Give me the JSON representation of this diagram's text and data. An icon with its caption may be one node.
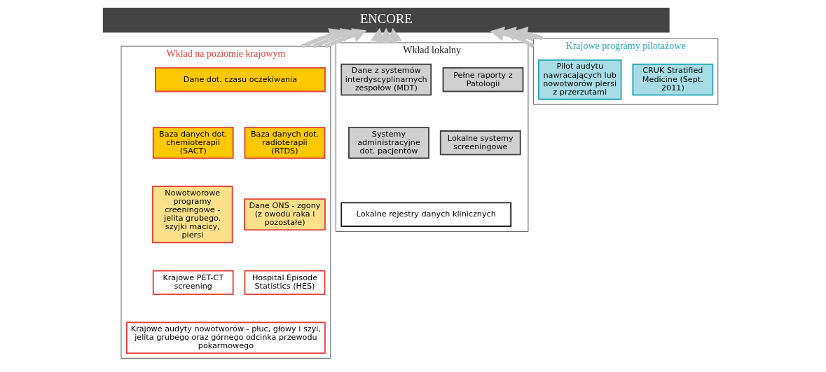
{
  "diagram": {
    "nodes": [
      {
        "text": [
          "ENCORE"
        ]
      },
      {
        "text": [
          "Wkład na poziomie krajowym"
        ]
      },
      {
        "text": [
          "Dane dot. czasu oczekiwania"
        ],
        "in": 1
      },
      {
        "text": [
          "Baza danych dot. chemioterapii (SACT)"
        ],
        "in": 1
      },
      {
        "text": [
          "Baza danych dot. radioterapii (RTDS)"
        ],
        "in": 1
      },
      {
        "text": [
          "Nowotworowe programy creeningowe - jelita grubego, szyjki macicy, piersi"
        ],
        "in": 1
      },
      {
        "text": [
          "Dane ONS - zgony (z owodu raka i pozostałe)"
        ],
        "in": 1
      },
      {
        "text": [
          "Krajowe PET-CT screening"
        ],
        "in": 1
      },
      {
        "text": [
          "Hospital Episode Statistics (HES)"
        ],
        "in": 1
      },
      {
        "text": [
          "Krajowe audyty nowotworów - płuc, głowy i szyi, jelita grubego oraz górnego odcinka przewodu pokarmowego"
        ],
        "in": 1
      },
      {
        "text": [
          "Wkład lokalny"
        ]
      },
      {
        "text": [
          "Dane z systemów interdyscyplinarnych zespołów (MDT)"
        ],
        "in": 10
      },
      {
        "text": [
          "Pełne raporty z Patologii"
        ],
        "in": 10
      },
      {
        "text": [
          "Systemy administracyjne dot. pacjentów"
        ],
        "in": 10
      },
      {
        "text": [
          "Lokalne systemy screeningowe"
        ],
        "in": 10
      },
      {
        "text": [
          "Lokalne rejestry danych klinicznych"
        ],
        "in": 10
      },
      {
        "text": [
          "Krajowe programy pilotażowe"
        ]
      },
      {
        "text": [
          "Pilot audytu nawracających lub nowotworów piersi z przerzutami"
        ],
        "in": 16
      },
      {
        "text": [
          "CRUK Stratified Medicine (Sept. 2011)"
        ],
        "in": 16
      }
    ],
    "edges": [
      {
        "from": 1,
        "to": 0,
        "arrow": "to"
      },
      {
        "from": 1,
        "to": 0,
        "arrow": "to"
      },
      {
        "from": 1,
        "to": 0,
        "arrow": "to"
      },
      {
        "from": 10,
        "to": 0,
        "arrow": "to"
      },
      {
        "from": 10,
        "to": 0,
        "arrow": "to"
      },
      {
        "from": 10,
        "to": 0,
        "arrow": "to"
      },
      {
        "from": 16,
        "to": 0,
        "arrow": "to"
      },
      {
        "from": 16,
        "to": 0,
        "arrow": "to"
      },
      {
        "from": 16,
        "to": 0,
        "arrow": "to"
      }
    ]
  }
}
